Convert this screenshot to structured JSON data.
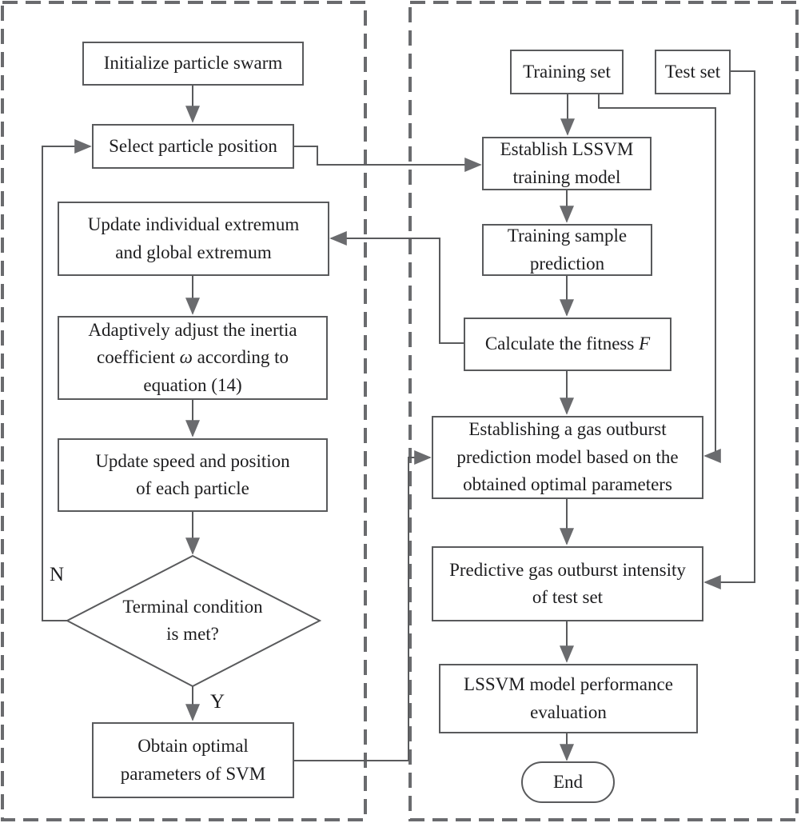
{
  "colors": {
    "line": "#595a5c",
    "dashed_border": "#6a6b6e",
    "text": "#1d1d1f",
    "background": "#ffffff"
  },
  "nodes": {
    "initialize": {
      "text": "Initialize particle swarm"
    },
    "select": {
      "text": "Select particle position"
    },
    "update_extremum": {
      "line1": "Update individual extremum",
      "line2": "and global extremum"
    },
    "adaptive": {
      "line1": "Adaptively adjust the inertia",
      "line2_pre": "coefficient ",
      "line2_omega": "ω",
      "line2_post": " according to",
      "line3": "equation (14)"
    },
    "update_speed": {
      "line1": "Update speed and position",
      "line2": "of each particle"
    },
    "terminal": {
      "line1": "Terminal condition",
      "line2": "is met?"
    },
    "obtain": {
      "line1": "Obtain optimal",
      "line2": "parameters of SVM"
    },
    "training_set": {
      "text": "Training set"
    },
    "test_set": {
      "text": "Test set"
    },
    "establish": {
      "line1": "Establish LSSVM",
      "line2": "training model"
    },
    "training_sample": {
      "line1": "Training sample",
      "line2": "prediction"
    },
    "fitness": {
      "text_pre": "Calculate the fitness ",
      "text_f": "F"
    },
    "establishing": {
      "line1": "Establishing a gas outburst",
      "line2": "prediction model based on the",
      "line3": "obtained optimal parameters"
    },
    "predictive": {
      "line1": "Predictive gas outburst intensity",
      "line2": "of test set"
    },
    "evaluation": {
      "line1": "LSSVM model performance",
      "line2": "evaluation"
    },
    "end": {
      "text": "End"
    }
  },
  "labels": {
    "no": "N",
    "yes": "Y"
  }
}
